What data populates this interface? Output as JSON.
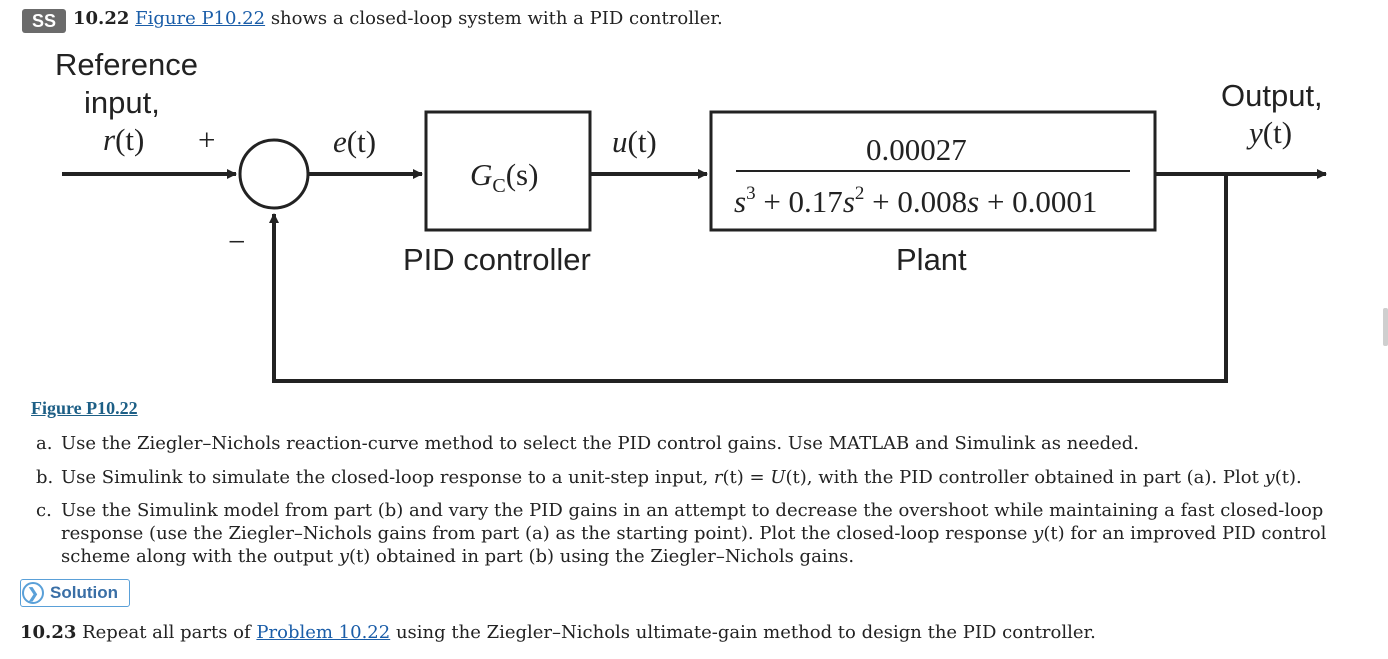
{
  "problem_10_22": {
    "badge": "SS",
    "number": "10.22",
    "figure_link": "Figure P10.22",
    "text": " shows a closed-loop system with a PID controller."
  },
  "diagram": {
    "reference_line1": "Reference",
    "reference_line2": "input,",
    "r": "r",
    "t": "(t)",
    "plus": "+",
    "minus": "−",
    "e": "e",
    "u": "u",
    "gc_G": "G",
    "gc_sub": "C",
    "gc_s": "(s)",
    "controller_label": "PID controller",
    "numerator": "0.00027",
    "den_s": "s",
    "den_exp3": "3",
    "den_mid": " + 0.17",
    "den_exp2": "2",
    "den_tail1": " + 0.008",
    "den_tail2": " + 0.0001",
    "plant_label": "Plant",
    "output_line1": "Output,",
    "y": "y"
  },
  "figure_caption": "Figure P10.22",
  "parts": {
    "a": {
      "letter": "a.",
      "text": "Use the Ziegler–Nichols reaction-curve method to select the PID control gains. Use MATLAB and Simulink as needed."
    },
    "b": {
      "letter": "b.",
      "text1": "Use Simulink to simulate the closed-loop response to a unit-step input, ",
      "r": "r",
      "t": "(t)",
      "eq": " = ",
      "U": "U",
      "t2": "(t)",
      "text2": ", with the PID controller obtained in part (a). Plot ",
      "y": "y",
      "t3": "(t)",
      "end": "."
    },
    "c": {
      "letter": "c.",
      "text1": "Use the Simulink model from part (b) and vary the PID gains in an attempt to decrease the overshoot while maintaining a fast closed-loop response (use the Ziegler–Nichols gains from part (a) as the starting point). Plot the closed-loop response ",
      "y": "y",
      "t": "(t)",
      "text2": " for an improved PID control scheme along with the output ",
      "y2": "y",
      "t2": "(t)",
      "text3": " obtained in part (b) using the Ziegler–Nichols gains."
    }
  },
  "solution_button": "Solution",
  "problem_10_23": {
    "number": "10.23",
    "text1": " Repeat all parts of ",
    "link": "Problem 10.22",
    "text2": " using the Ziegler–Nichols ultimate-gain method to design the PID controller."
  }
}
